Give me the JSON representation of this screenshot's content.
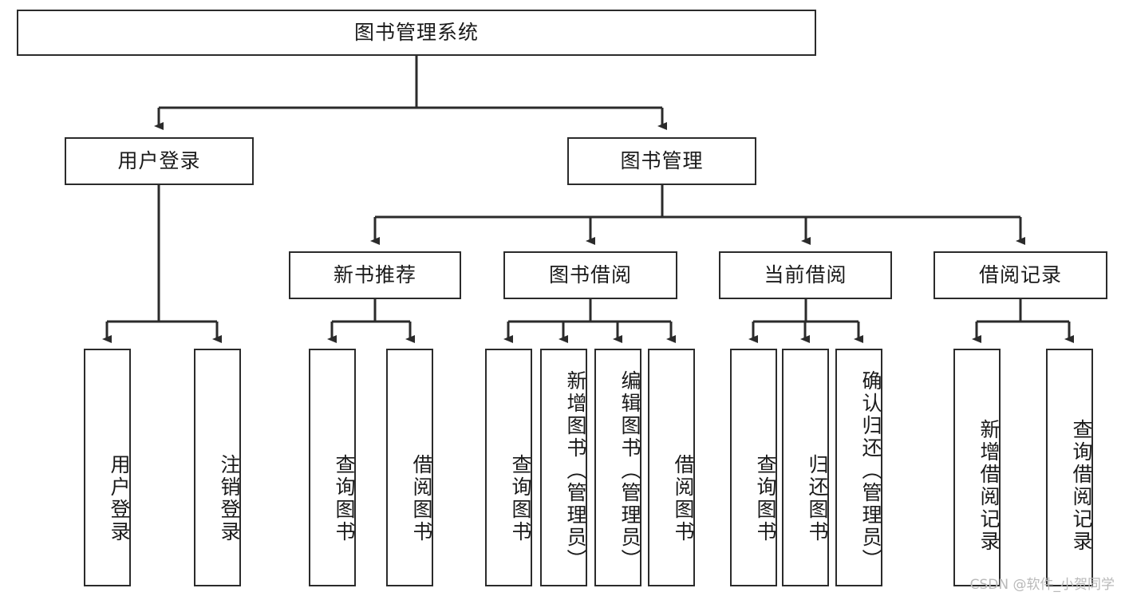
{
  "diagram": {
    "title": "图书管理系统",
    "root": {
      "id": "root",
      "label": "图书管理系统"
    },
    "level1": [
      {
        "id": "user-login",
        "label": "用户登录"
      },
      {
        "id": "book-management",
        "label": "图书管理"
      }
    ],
    "level2": [
      {
        "id": "new-book-recommend",
        "label": "新书推荐"
      },
      {
        "id": "book-borrow",
        "label": "图书借阅"
      },
      {
        "id": "current-borrow",
        "label": "当前借阅"
      },
      {
        "id": "borrow-record",
        "label": "借阅记录"
      }
    ],
    "leaves": {
      "user_login": [
        {
          "id": "leaf-user-login",
          "label": "用户登录"
        },
        {
          "id": "leaf-logout-login",
          "label": "注销登录"
        }
      ],
      "new_book_recommend": [
        {
          "id": "leaf-query-book-1",
          "label": "查询图书"
        },
        {
          "id": "leaf-borrow-book-1",
          "label": "借阅图书"
        }
      ],
      "book_borrow": [
        {
          "id": "leaf-query-book-2",
          "label": "查询图书"
        },
        {
          "id": "leaf-add-book",
          "label": "新增图书（管理员）"
        },
        {
          "id": "leaf-edit-book",
          "label": "编辑图书（管理员）"
        },
        {
          "id": "leaf-borrow-book-2",
          "label": "借阅图书"
        }
      ],
      "current_borrow": [
        {
          "id": "leaf-query-book-3",
          "label": "查询图书"
        },
        {
          "id": "leaf-return-book",
          "label": "归还图书"
        },
        {
          "id": "leaf-confirm-return",
          "label": "确认归还（管理员）"
        }
      ],
      "borrow_record": [
        {
          "id": "leaf-add-borrow-record",
          "label": "新增借阅记录"
        },
        {
          "id": "leaf-query-borrow-record",
          "label": "查询借阅记录"
        }
      ]
    }
  },
  "watermark": "CSDN @软件_小贺同学",
  "colors": {
    "border": "#2b2b2b",
    "text": "#1a1a1a",
    "background": "#ffffff",
    "watermark": "#b9b9b9"
  }
}
